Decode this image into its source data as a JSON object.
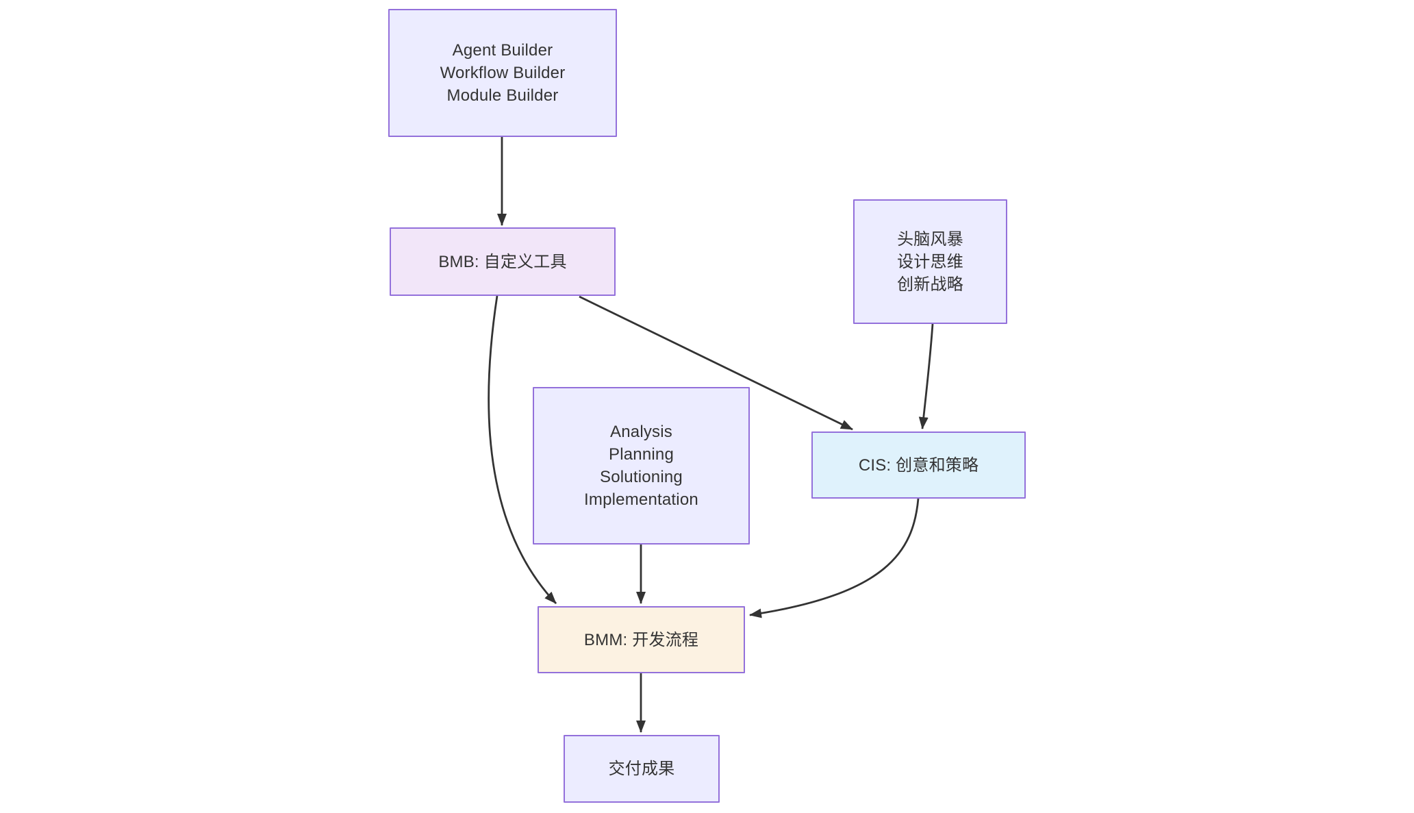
{
  "diagram": {
    "type": "flowchart",
    "nodes": {
      "builders": {
        "lines": [
          "Agent Builder",
          "Workflow Builder",
          "Module Builder"
        ],
        "fill": "#ECECFF"
      },
      "bmb": {
        "label": "BMB: 自定义工具",
        "fill": "#F2E6F9"
      },
      "brainstorm": {
        "lines": [
          "头脑风暴",
          "设计思维",
          "创新战略"
        ],
        "fill": "#ECECFF"
      },
      "cis": {
        "label": "CIS: 创意和策略",
        "fill": "#DFF2FC"
      },
      "phases": {
        "lines": [
          "Analysis",
          "Planning",
          "Solutioning",
          "Implementation"
        ],
        "fill": "#ECECFF"
      },
      "bmm": {
        "label": "BMM: 开发流程",
        "fill": "#FCF2E2"
      },
      "deliver": {
        "label": "交付成果",
        "fill": "#ECECFF"
      }
    },
    "edges": [
      {
        "from": "builders",
        "to": "bmb"
      },
      {
        "from": "bmb",
        "to": "bmm"
      },
      {
        "from": "bmb",
        "to": "cis"
      },
      {
        "from": "brainstorm",
        "to": "cis"
      },
      {
        "from": "phases",
        "to": "bmm"
      },
      {
        "from": "cis",
        "to": "bmm"
      },
      {
        "from": "bmm",
        "to": "deliver"
      }
    ],
    "colors": {
      "node_border": "#9370DB",
      "edge_stroke": "#333333",
      "text": "#333333",
      "background": "#FFFFFF"
    }
  }
}
